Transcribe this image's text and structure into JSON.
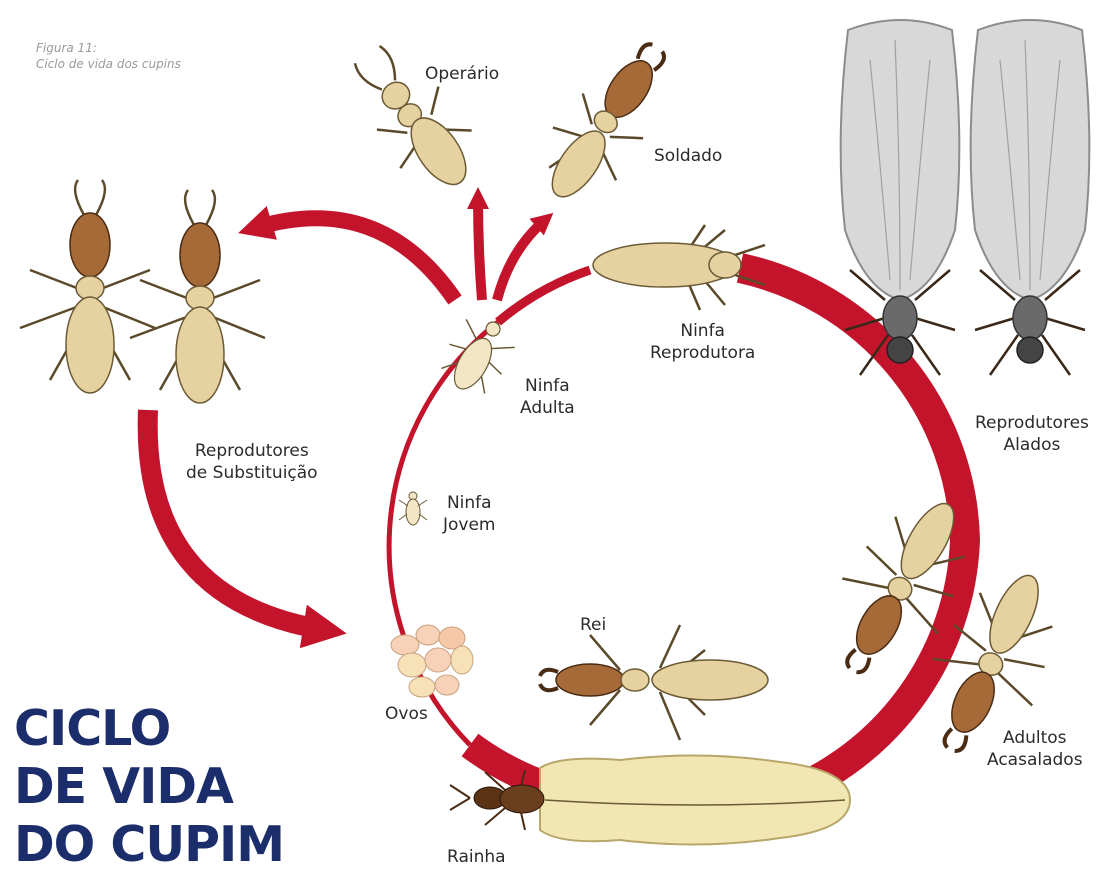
{
  "figure": {
    "number": "Figura 11:",
    "caption": "Ciclo de vida dos cupins"
  },
  "title": [
    "CICLO",
    "DE VIDA",
    "DO CUPIM"
  ],
  "stages": {
    "operario": "Operário",
    "soldado": "Soldado",
    "ninfa_reprodutora": "Ninfa\nReprodutora",
    "ninfa_adulta": "Ninfa\nAdulta",
    "ninfa_jovem": "Ninfa\nJovem",
    "reprodutores_substituicao": "Reprodutores\nde Substituição",
    "reprodutores_alados": "Reprodutores\nAlados",
    "adultos_acasalados": "Adultos\nAcasalados",
    "rei": "Rei",
    "ovos": "Ovos",
    "rainha": "Rainha"
  },
  "colors": {
    "cycle_red": "#c4142c",
    "title_blue": "#1c2d6b",
    "body_light": "#e6d2a0",
    "head_brown": "#a66a38",
    "wing_grey": "#d8d8d8"
  }
}
